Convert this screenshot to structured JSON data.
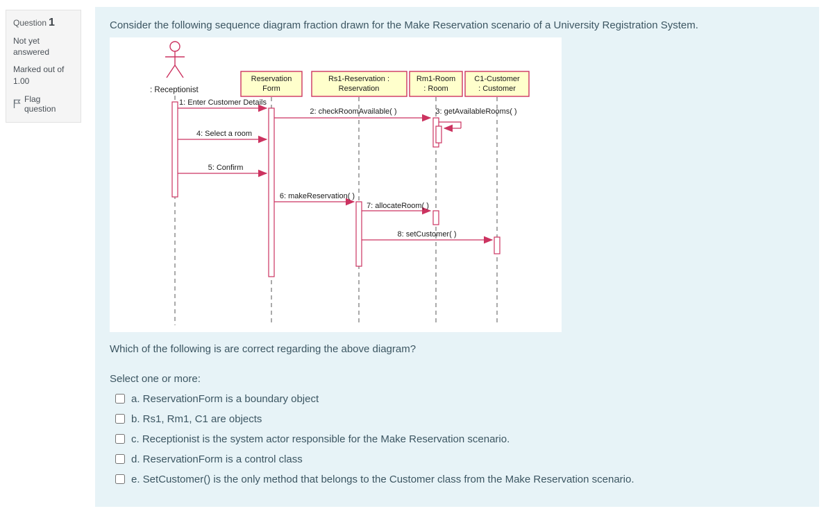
{
  "colors": {
    "content_bg": "#e7f3f7",
    "panel_bg": "#f5f5f5",
    "diagram_stroke": "#cc3360",
    "diagram_box_fill": "#ffffcc",
    "body_text": "#3c5662"
  },
  "question_panel": {
    "label": "Question",
    "number": "1",
    "status": "Not yet answered",
    "marked_out_of": "Marked out of 1.00",
    "flag_label": "Flag question"
  },
  "question": {
    "intro": "Consider the following sequence diagram fraction drawn for the Make Reservation scenario of a University Registration System.",
    "prompt": "Which of the following is are correct regarding the above diagram?",
    "select_instruction": "Select one or more:",
    "options": [
      {
        "label": "a. ReservationForm is a boundary object"
      },
      {
        "label": "b. Rs1, Rm1, C1 are objects"
      },
      {
        "label": "c. Receptionist is the system actor responsible for the Make Reservation scenario."
      },
      {
        "label": "d. ReservationForm is a control class"
      },
      {
        "label": "e. SetCustomer() is the only method that belongs to the Customer class from the Make Reservation scenario."
      }
    ]
  },
  "diagram": {
    "actor_label": ": Receptionist",
    "objects": [
      {
        "line1": "Reservation",
        "line2": "Form"
      },
      {
        "line1": "Rs1-Reservation :",
        "line2": "Reservation"
      },
      {
        "line1": "Rm1-Room",
        "line2": ": Room"
      },
      {
        "line1": "C1-Customer",
        "line2": ": Customer"
      }
    ],
    "messages": [
      "1: Enter Customer Details",
      "2: checkRoomAvailable( )",
      "3: getAvailableRooms( )",
      "4: Select a room",
      "5: Confirm",
      "6: makeReservation( )",
      "7: allocateRoom( )",
      "8: setCustomer( )"
    ]
  }
}
